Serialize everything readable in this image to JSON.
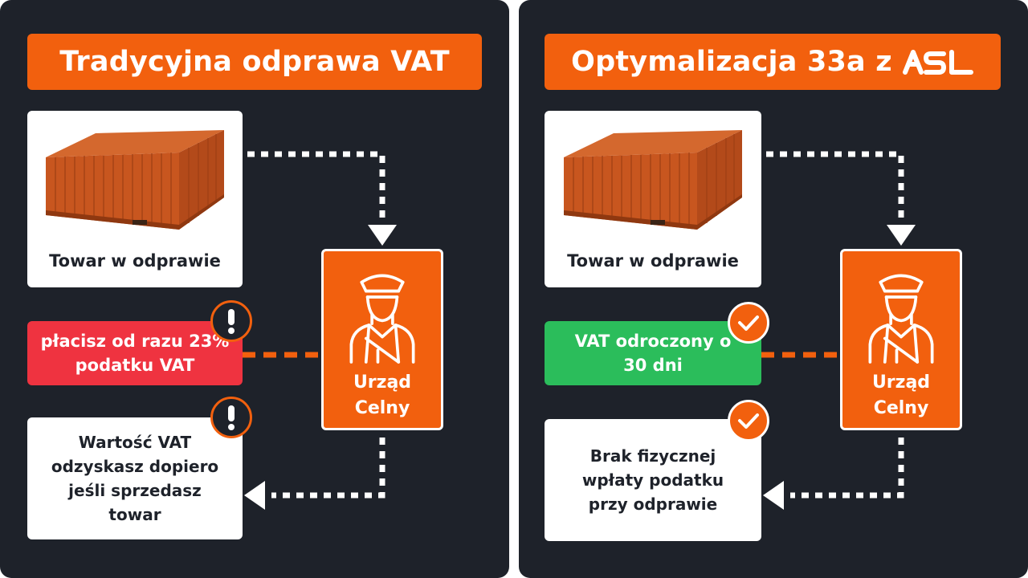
{
  "left_panel": {
    "title": "Tradycyjna odprawa VAT",
    "goods_label": "Towar w odprawie",
    "customs_label": "Urząd Celny",
    "status_text": "płacisz od razu 23% podatku VAT",
    "info_text": "Wartość VAT odzyskasz dopiero jeśli sprzedasz towar"
  },
  "right_panel": {
    "title": "Optymalizacja 33a z",
    "logo_text": "ASL",
    "goods_label": "Towar w odprawie",
    "customs_label": "Urząd Celny",
    "status_text": "VAT odroczony o 30 dni",
    "info_text": "Brak fizycznej wpłaty podatku przy odprawie"
  },
  "colors": {
    "background": "#1e222a",
    "accent": "#f2600e",
    "alert_red": "#ef3340",
    "success_green": "#2bbd5b",
    "container": "#c8561f"
  },
  "icons": {
    "goods": "shipping-container-icon",
    "customs": "customs-officer-icon",
    "alert": "exclamation-icon",
    "ok": "checkmark-icon"
  }
}
